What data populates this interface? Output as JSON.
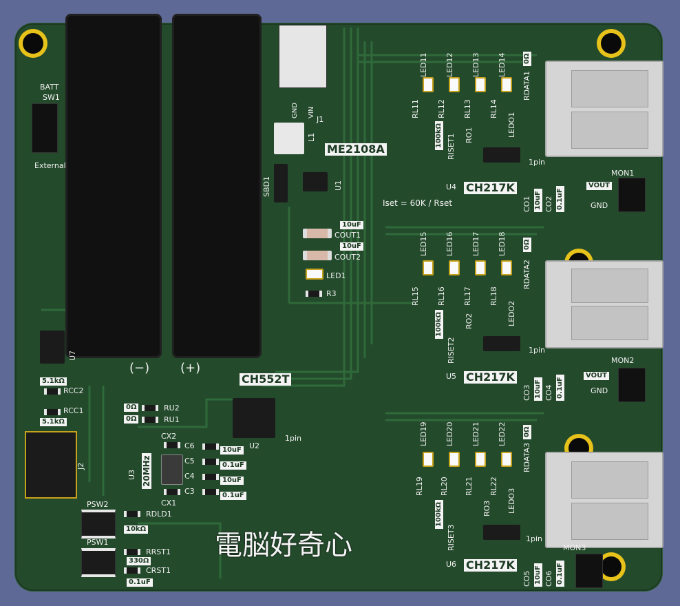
{
  "board": {
    "brand_text": "電脳好奇心",
    "formula": "Iset = 60K / Rset",
    "chips": {
      "mcu": "CH552T",
      "boost": "ME2108A",
      "ch1": "CH217K",
      "ch2": "CH217K",
      "ch3": "CH217K",
      "osc": "20MHz"
    },
    "designators": {
      "u4": "U4",
      "u5": "U5",
      "u6": "U6",
      "u1": "U1",
      "u2": "U2",
      "u3": "U3",
      "u7": "U7",
      "j1": "J1",
      "j2": "J2",
      "l1": "L1",
      "sbd1": "SBD1",
      "sw1": "SW1",
      "batt": "BATT",
      "external": "External",
      "mon1": "MON1",
      "mon2": "MON2",
      "mon3": "MON3",
      "cout1": "COUT1",
      "cout2": "COUT2",
      "led1": "LED1",
      "r3": "R3",
      "rcc2": "RCC2",
      "rcc1": "RCC1",
      "ru2": "RU2",
      "ru1": "RU1",
      "cx2": "CX2",
      "cx1": "CX1",
      "c6": "C6",
      "c5": "C5",
      "c4": "C4",
      "c3": "C3",
      "psw2": "PSW2",
      "psw1": "PSW1",
      "rdld1": "RDLD1",
      "rrst1": "RRST1",
      "crst1": "CRST1",
      "gnd": "GND",
      "vin": "VIN",
      "vout": "VOUT",
      "pin1": "1pin",
      "minus": "(−)",
      "plus": "(+)"
    },
    "values": {
      "cout_val": "10uF",
      "c6_val": "10uF",
      "c5_val": "0.1uF",
      "c4_val": "10uF",
      "c3_val": "0.1uF",
      "rcc2_val": "5.1kΩ",
      "rcc1_val": "5.1kΩ",
      "ru_val": "0Ω",
      "rdld_val": "10kΩ",
      "rrst_val": "330Ω",
      "crst_val": "0.1uF",
      "riset_val": "100kΩ",
      "rdata_val": "0Ω",
      "co_big": "10uF",
      "co_small": "0.1uF"
    },
    "channels": [
      {
        "leds": [
          "LED11",
          "LED12",
          "LED13",
          "LED14"
        ],
        "rls": [
          "RL11",
          "RL12",
          "RL13",
          "RL14"
        ],
        "riset": "RISET1",
        "ro": "RO1",
        "ledo": "LEDO1",
        "rdata": "RDATA1",
        "co_a": "CO1",
        "co_b": "CO2"
      },
      {
        "leds": [
          "LED15",
          "LED16",
          "LED17",
          "LED18"
        ],
        "rls": [
          "RL15",
          "RL16",
          "RL17",
          "RL18"
        ],
        "riset": "RISET2",
        "ro": "RO2",
        "ledo": "LEDO2",
        "rdata": "RDATA2",
        "co_a": "CO3",
        "co_b": "CO4"
      },
      {
        "leds": [
          "LED19",
          "LED20",
          "LED21",
          "LED22"
        ],
        "rls": [
          "RL19",
          "RL20",
          "RL21",
          "RL22"
        ],
        "riset": "RISET3",
        "ro": "RO3",
        "ledo": "LEDO3",
        "rdata": "RDATA3",
        "co_a": "CO5",
        "co_b": "CO6"
      }
    ]
  }
}
